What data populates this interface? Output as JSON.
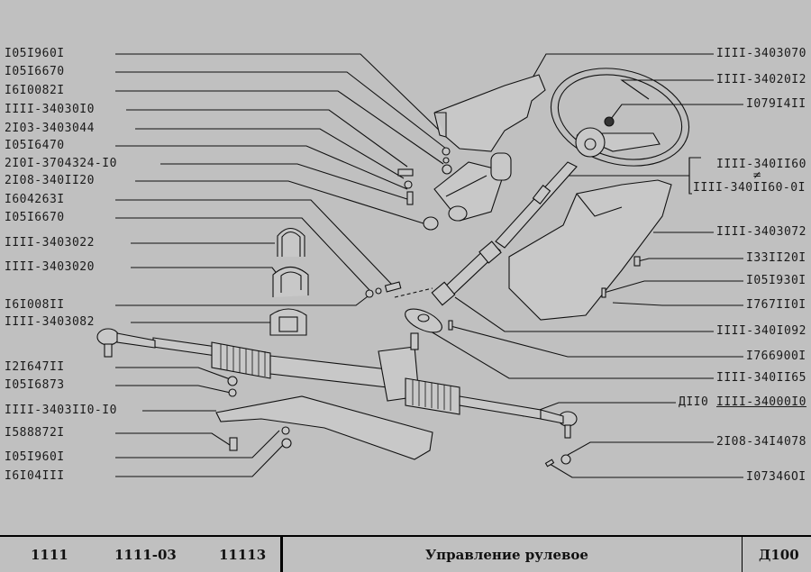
{
  "diagram": {
    "title": "Управление рулевое",
    "page_code": "Д100",
    "models": [
      "1111",
      "1111-03",
      "11113"
    ],
    "left_labels": [
      "I05I960I",
      "I05I6670",
      "I6I0082I",
      "IIII-34030I0",
      "2I03-3403044",
      "I05I6470",
      "2I0I-3704324-I0",
      "2I08-340II20",
      "I604263I",
      "I05I6670",
      "IIII-3403022",
      "IIII-3403020",
      "I6I008II",
      "IIII-3403082",
      "I2I647II",
      "I05I6873",
      "IIII-3403II0-I0",
      "I588872I",
      "I05I960I",
      "I6I04III"
    ],
    "right_labels": [
      "IIII-3403070",
      "IIII-34020I2",
      "I079I4II",
      "IIII-340II60",
      "IIII-340II60-0I",
      "IIII-3403072",
      "I33II20I",
      "I05I930I",
      "I767II0I",
      "IIII-340I092",
      "I766900I",
      "IIII-340II65",
      "2I08-34I4078",
      "I07346OI"
    ],
    "assembly_label": {
      "prefix": "ДII0",
      "number": "IIII-34000I0"
    },
    "variant_note": "≠"
  }
}
